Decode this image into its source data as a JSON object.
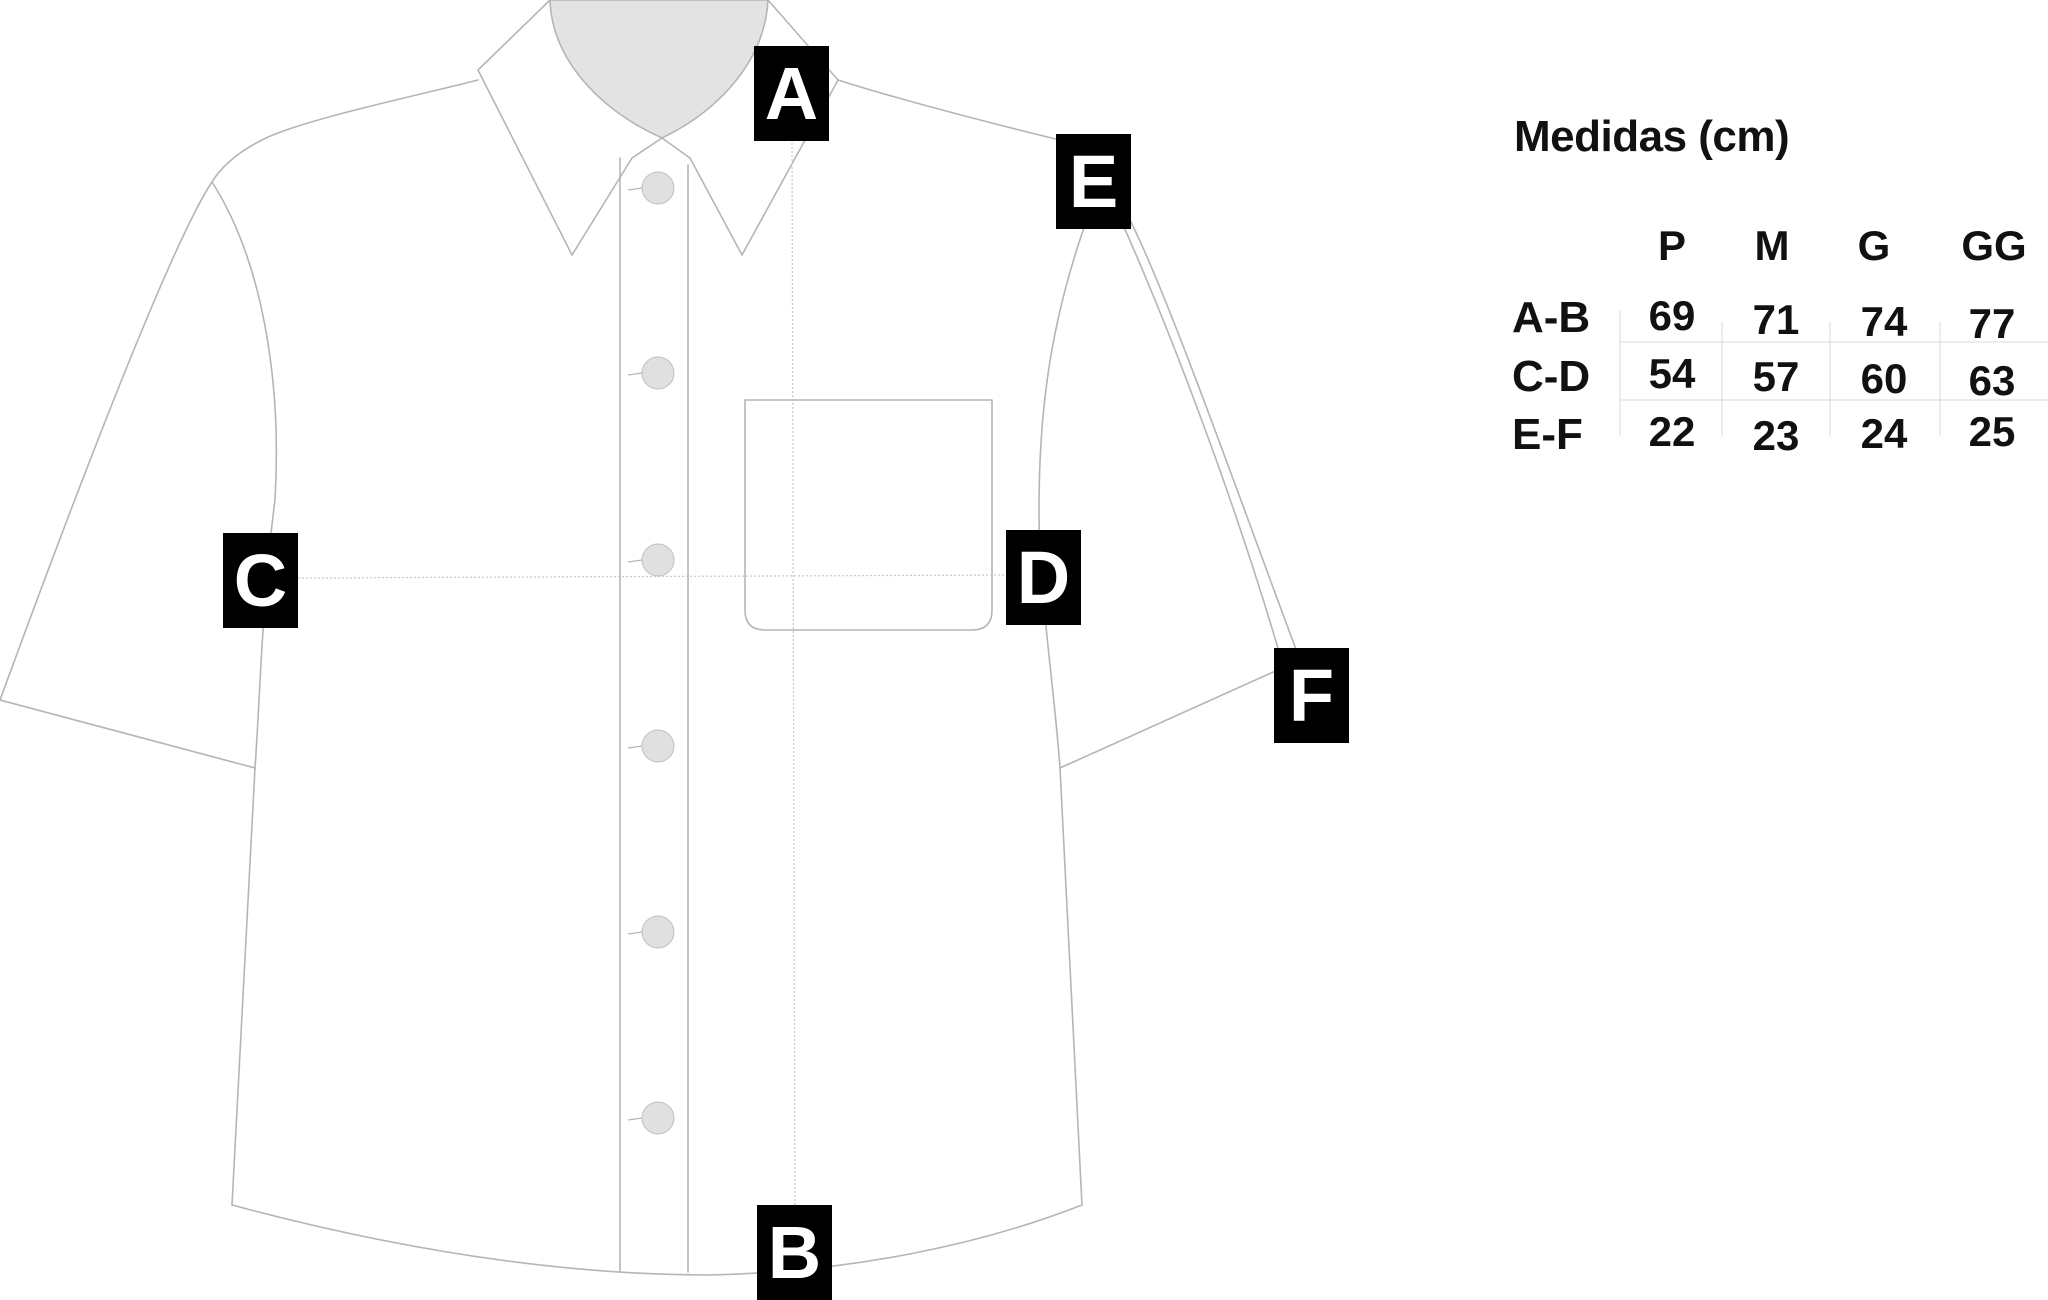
{
  "markers": [
    "A",
    "B",
    "C",
    "D",
    "E",
    "F"
  ],
  "table": {
    "title": "Medidas (cm)",
    "sizes": [
      "P",
      "M",
      "G",
      "GG"
    ],
    "rows": [
      {
        "label": "A-B",
        "values": [
          "69",
          "71",
          "74",
          "77"
        ]
      },
      {
        "label": "C-D",
        "values": [
          "54",
          "57",
          "60",
          "63"
        ]
      },
      {
        "label": "E-F",
        "values": [
          "22",
          "23",
          "24",
          "25"
        ]
      }
    ]
  },
  "colors": {
    "outline": "#b5b5b5",
    "collar_inner": "#e3e3e3",
    "button": "#e0e0e0",
    "marker_bg": "#000000",
    "marker_text": "#ffffff"
  }
}
